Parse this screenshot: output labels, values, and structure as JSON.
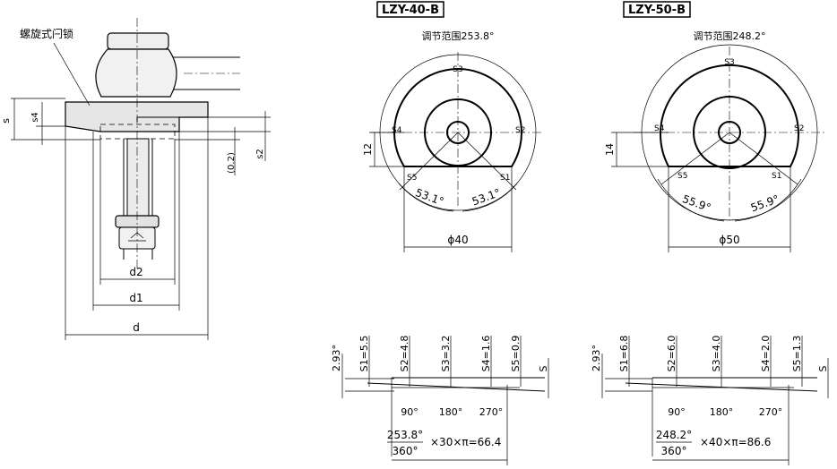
{
  "left_view": {
    "callout_label": "螺旋式闩锁",
    "dims": {
      "s": "s",
      "s4": "s4",
      "s2": "s2",
      "gap": "(0.2)",
      "d2": "d2",
      "d1": "d1",
      "d": "d"
    }
  },
  "models": [
    {
      "title": "LZY-40-B",
      "range_label": "调节范围253.8°",
      "positions": [
        "S3",
        "S4",
        "S2",
        "S5",
        "S1"
      ],
      "height_dim": "12",
      "angle_left": "53.1°",
      "angle_right": "53.1°",
      "diameter_label": "ϕ40",
      "angle_label": "2.93°",
      "stroke_values": [
        "S1=5.5",
        "S2=4.8",
        "S3=3.2",
        "S4=1.6",
        "S5=0.9"
      ],
      "s_label": "S",
      "deg_labels": [
        "90°",
        "180°",
        "270°"
      ],
      "formula_num": "253.8°",
      "formula_den": "360°",
      "formula_rest": "×30×π=66.4"
    },
    {
      "title": "LZY-50-B",
      "range_label": "调节范围248.2°",
      "positions": [
        "S3",
        "S4",
        "S2",
        "S5",
        "S1"
      ],
      "height_dim": "14",
      "angle_left": "55.9°",
      "angle_right": "55.9°",
      "diameter_label": "ϕ50",
      "angle_label": "2.93°",
      "stroke_values": [
        "S1=6.8",
        "S2=6.0",
        "S3=4.0",
        "S4=2.0",
        "S5=1.3"
      ],
      "s_label": "S",
      "deg_labels": [
        "90°",
        "180°",
        "270°"
      ],
      "formula_num": "248.2°",
      "formula_den": "360°",
      "formula_rest": "×40×π=86.6"
    }
  ]
}
